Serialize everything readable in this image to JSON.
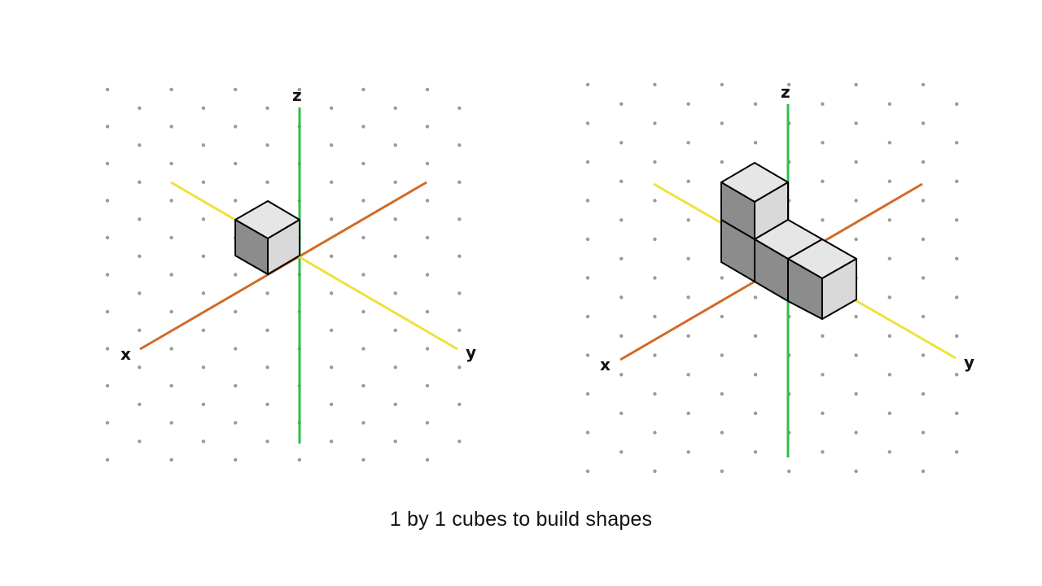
{
  "caption": "1 by 1 cubes to build shapes",
  "colors": {
    "x_axis": "#d26a2a",
    "y_axis": "#f0e03a",
    "z_axis": "#2fbf4a",
    "grid_dot": "#9a9a9a",
    "cube_top": "#e6e6e6",
    "cube_front": "#d9d9d9",
    "cube_left": "#8c8c8c",
    "cube_edge": "#000000"
  },
  "diagrams": [
    {
      "name": "single-cube-diagram",
      "axis_labels": {
        "x": "x",
        "y": "y",
        "z": "z"
      },
      "cube_count": 1
    },
    {
      "name": "four-cube-shape-diagram",
      "axis_labels": {
        "x": "x",
        "y": "y",
        "z": "z"
      },
      "cube_count": 4
    }
  ]
}
